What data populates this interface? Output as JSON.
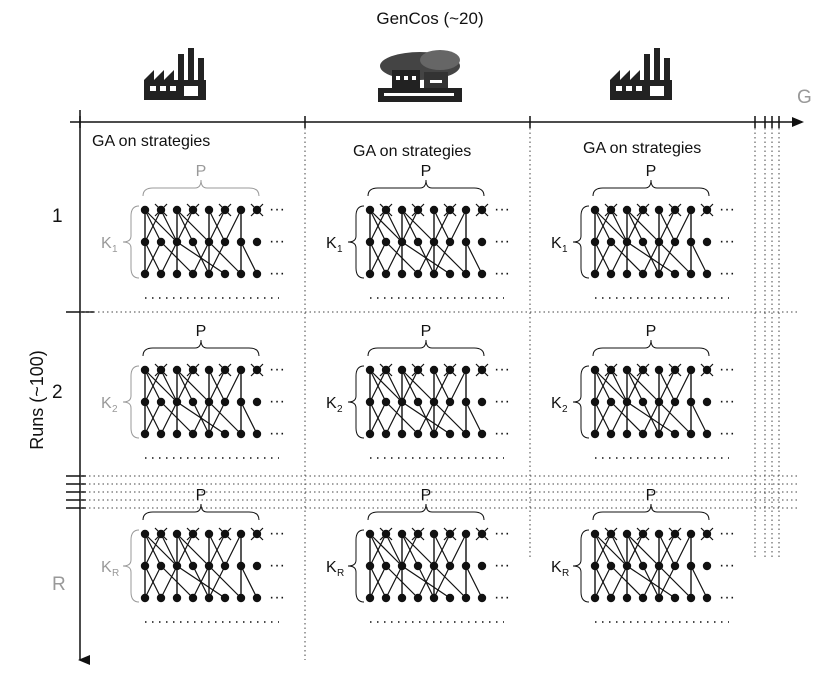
{
  "header": {
    "title": "GenCos (~20)",
    "axis_label": "G"
  },
  "side": {
    "axis_label": "Runs (~100)"
  },
  "rows": [
    {
      "label": "1",
      "k_main": "K",
      "k_sub": "1"
    },
    {
      "label": "2",
      "k_main": "K",
      "k_sub": "2"
    },
    {
      "label": "R",
      "k_main": "K",
      "k_sub": "R"
    }
  ],
  "cell": {
    "ga_label": "GA on strategies",
    "p_label": "P",
    "ellipsis": "···"
  },
  "icons": [
    "factory-icon",
    "power-plant-icon",
    "factory-icon"
  ]
}
